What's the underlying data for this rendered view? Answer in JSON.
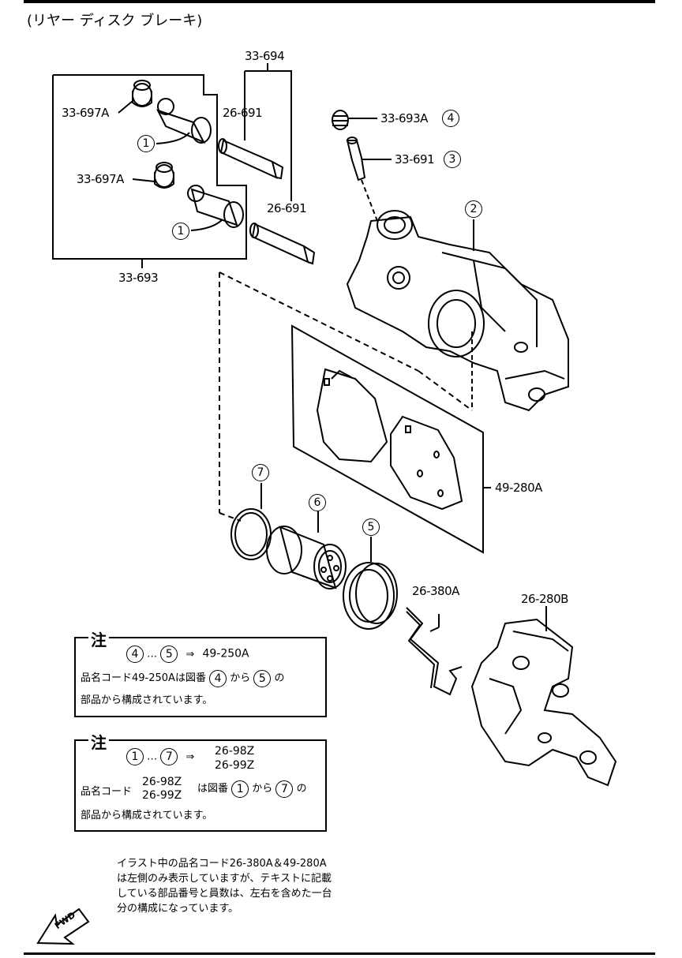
{
  "title": "(リヤー ディスク ブレーキ)",
  "labels": {
    "p33_694": "33-694",
    "p33_697A_a": "33-697A",
    "p33_697A_b": "33-697A",
    "p26_691_a": "26-691",
    "p26_691_b": "26-691",
    "p33_693": "33-693",
    "p33_693A": "33-693A",
    "p33_691": "33-691",
    "p49_280A": "49-280A",
    "p26_380A": "26-380A",
    "p26_280B": "26-280B"
  },
  "callouts": {
    "c1a": "1",
    "c1b": "1",
    "c2": "2",
    "c3": "3",
    "c4": "4",
    "c5": "5",
    "c6": "6",
    "c7": "7"
  },
  "note1": {
    "head": "注",
    "from": "4",
    "dots": "…",
    "to": "5",
    "arrow": "⇒",
    "code": "49-250A",
    "line2_pre": "品名コード49-250Aは図番",
    "line2_a": "4",
    "line2_mid": "から",
    "line2_b": "5",
    "line2_post": "の",
    "line3": "部品から構成されています。"
  },
  "note2": {
    "head": "注",
    "from": "1",
    "dots": "…",
    "to": "7",
    "arrow": "⇒",
    "code1": "26-98Z",
    "code2": "26-99Z",
    "line2_pre": "品名コード",
    "line2_code1": "26-98Z",
    "line2_code2": "26-99Z",
    "line2_mid": "は図番",
    "line2_a": "1",
    "line2_kara": "から",
    "line2_b": "7",
    "line2_post": "の",
    "line3": "部品から構成されています。"
  },
  "bottom_note": [
    "イラスト中の品名コード26-380A＆49-280A",
    "は左側のみ表示していますが、テキストに記載",
    "している部品番号と員数は、左右を含めた一台",
    "分の構成になっています。"
  ],
  "fwd": "FWD"
}
